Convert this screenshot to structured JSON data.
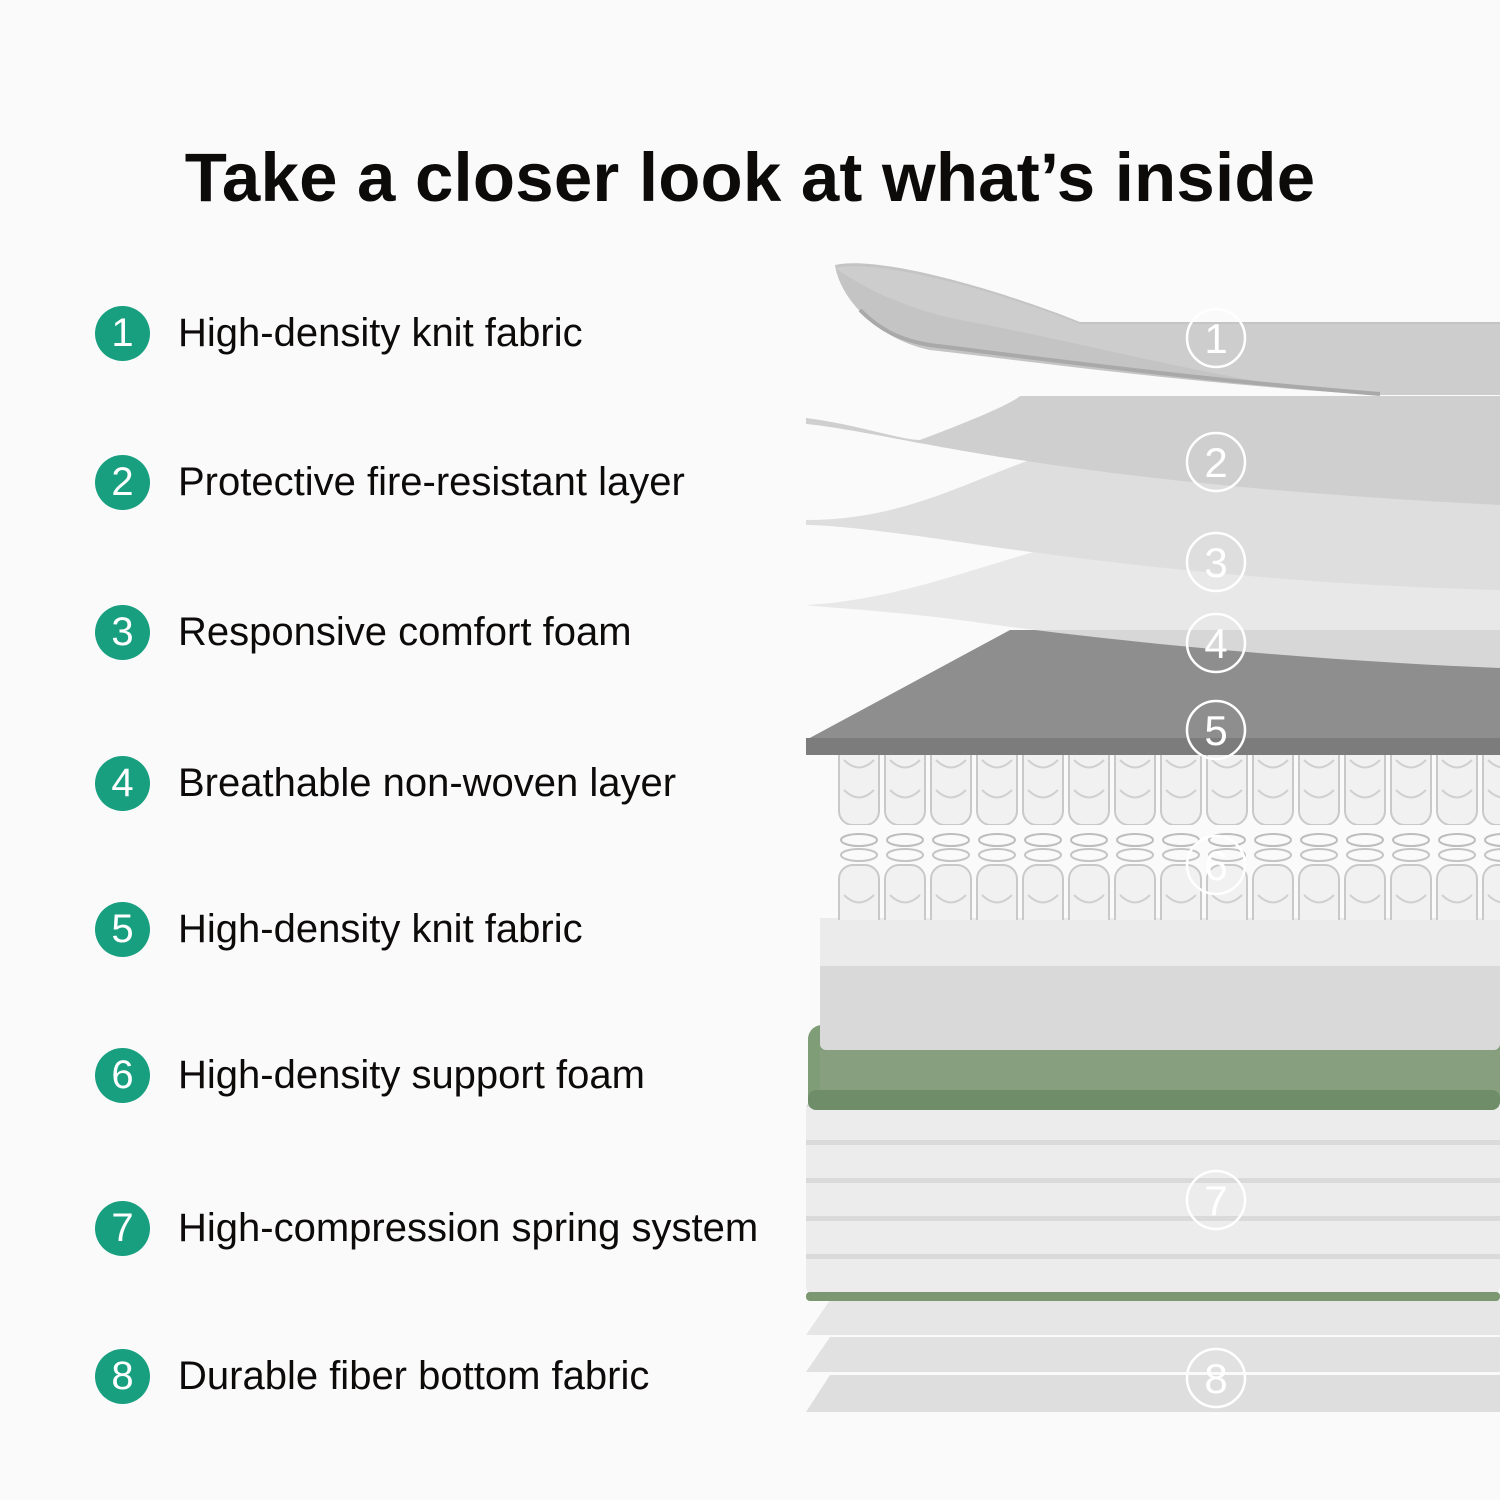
{
  "title": "Take a closer look at what’s inside",
  "accent_color": "#179f80",
  "layers": [
    {
      "number": "1",
      "label": "High-density knit fabric"
    },
    {
      "number": "2",
      "label": "Protective fire-resistant layer"
    },
    {
      "number": "3",
      "label": "Responsive comfort foam"
    },
    {
      "number": "4",
      "label": "Breathable non-woven layer"
    },
    {
      "number": "5",
      "label": "High-density knit fabric"
    },
    {
      "number": "6",
      "label": "High-density support foam"
    },
    {
      "number": "7",
      "label": "High-compression spring system"
    },
    {
      "number": "8",
      "label": "Durable fiber bottom fabric"
    }
  ]
}
